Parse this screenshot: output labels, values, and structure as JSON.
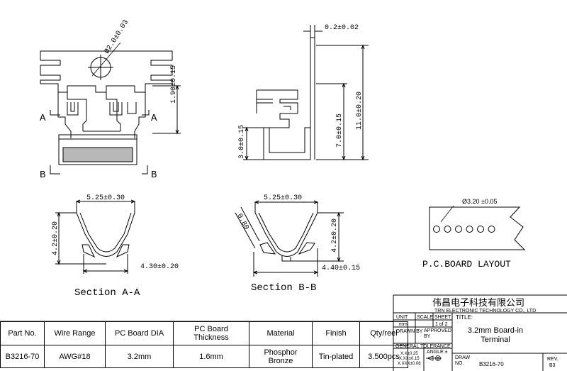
{
  "dimensions": {
    "hole_dia": "Ø2.0±0.03",
    "thickness": "0.2±0.02",
    "h_1_90": "1.90±0.15",
    "h_11_0": "11.0±0.20",
    "h_7_0": "7.0±0.15",
    "h_3_0": "3.0±0.15",
    "sec_a_width": "5.25±0.30",
    "sec_a_height": "4.2±0.20",
    "sec_a_bottom": "4.30±0.20",
    "sec_b_width": "5.25±0.30",
    "sec_b_height": "4.2±0.20",
    "sec_b_bottom": "4.40±0.15",
    "sec_b_angle": "0.80"
  },
  "section_markers": {
    "a": "A",
    "b": "B"
  },
  "section_labels": {
    "a": "Section  A-A",
    "b": "Section  B-B"
  },
  "pcb": {
    "hole_dia": "Ø3.20 ±0.05",
    "label": "P.C.BOARD LAYOUT"
  },
  "spec_table": {
    "headers": [
      "Part No.",
      "Wire Range",
      "PC Board DIA",
      "PC Board Thickness",
      "Material",
      "Finish",
      "Qty/reel"
    ],
    "row": [
      "B3216-70",
      "AWG#18",
      "3.2mm",
      "1.6mm",
      "Phosphor Bronze",
      "Tin-plated",
      "3.500pcs"
    ]
  },
  "title_block": {
    "company_cn": "伟昌电子科技有限公司",
    "company_en": "TRN ELECTRONIC TECHNOLOGY CO., LTD",
    "unit_label": "UNIT",
    "scale_label": "SCALE",
    "sheet_label": "SHEET",
    "unit": "mm",
    "sheet": "1 of 2",
    "drawn_by": "DRAWN BY",
    "approved_by": "APPROVED BY",
    "title_label": "TITLE:",
    "title": "3.2mm Board-in Terminal",
    "general_tolerance": "GENERAL  TOLERANCE",
    "tol_1": "X.X±0.25",
    "tol_2": "X.XX±0.15",
    "tol_3": "X.XXX±0.08",
    "angle": "ANGLE:±",
    "draw_no_label": "DRAW NO.",
    "draw_no": "B3216-70",
    "rev_label": "REV.",
    "rev": "B3"
  }
}
